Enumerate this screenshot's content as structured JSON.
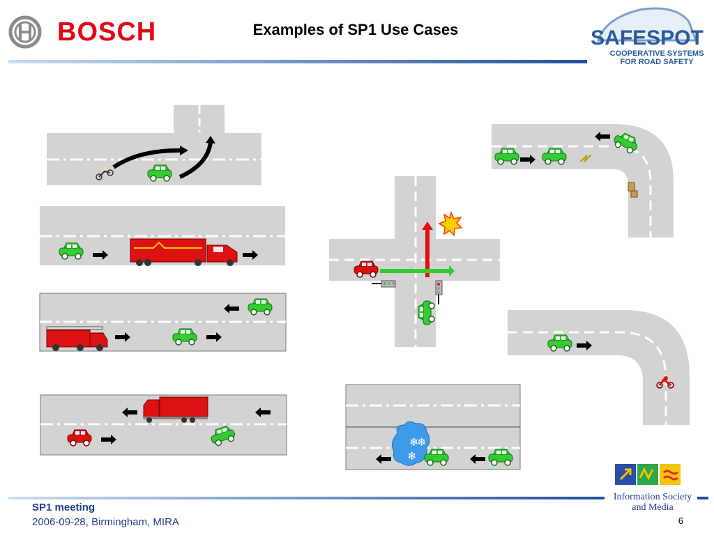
{
  "header": {
    "company_name": "BOSCH",
    "title": "Examples of SP1 Use Cases",
    "project_logo_name": "SAFESPOT",
    "project_tagline_1": "COOPERATIVE SYSTEMS",
    "project_tagline_2": "FOR ROAD SAFETY"
  },
  "footer": {
    "meeting": "SP1 meeting",
    "date_location": "2006-09-28, Birmingham, MIRA",
    "page_number": "6",
    "partner_logo_line1": "Information Society",
    "partner_logo_line2": "and Media"
  },
  "colors": {
    "bosch_red": "#e30613",
    "safespot_blue": "#2b5a9c",
    "road_gray": "#d3d3d3",
    "car_green": "#33cc33",
    "footer_blue": "#1f3f8f"
  },
  "scenes": [
    {
      "name": "overtake-turn",
      "icons": [
        "motorbike-icon",
        "car-icon",
        "maneuver-arrow-icon"
      ]
    },
    {
      "name": "truck-following",
      "icons": [
        "car-icon",
        "truck-icon",
        "direction-arrow-icon"
      ]
    },
    {
      "name": "emergency-vehicle",
      "icons": [
        "fire-truck-icon",
        "car-icon",
        "direction-arrow-icon"
      ]
    },
    {
      "name": "oncoming-overtake",
      "icons": [
        "truck-icon",
        "car-icon",
        "direction-arrow-icon"
      ]
    },
    {
      "name": "intersection-collision",
      "icons": [
        "car-icon",
        "traffic-light-icon",
        "collision-star-icon"
      ]
    },
    {
      "name": "curve-accident",
      "icons": [
        "car-icon",
        "lightning-icon",
        "pedestrian-icon"
      ]
    },
    {
      "name": "curve-motorbike",
      "icons": [
        "car-icon",
        "motorbike-icon"
      ]
    },
    {
      "name": "ice-warning",
      "icons": [
        "ice-patch-icon",
        "car-icon"
      ]
    }
  ]
}
